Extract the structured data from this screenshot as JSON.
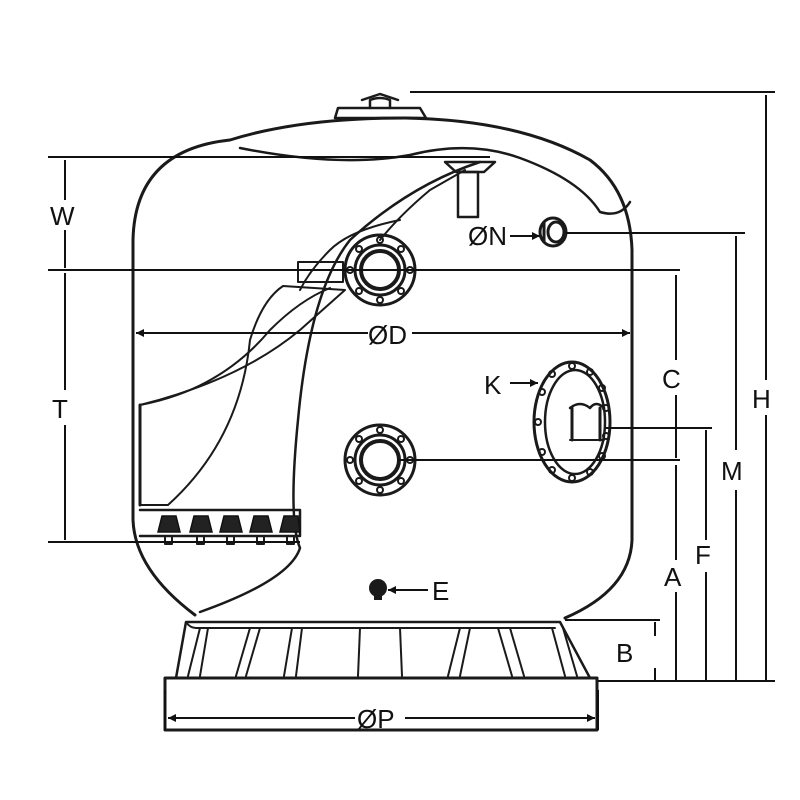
{
  "labels": {
    "W": "W",
    "T": "T",
    "D": "ØD",
    "N": "ØN",
    "K": "K",
    "C": "C",
    "H": "H",
    "M": "M",
    "A": "A",
    "F": "F",
    "E": "E",
    "B": "B",
    "P": "ØP"
  },
  "colors": {
    "line": "#1a1a1a",
    "fill": "#ffffff",
    "media": "#d6d6d6"
  }
}
